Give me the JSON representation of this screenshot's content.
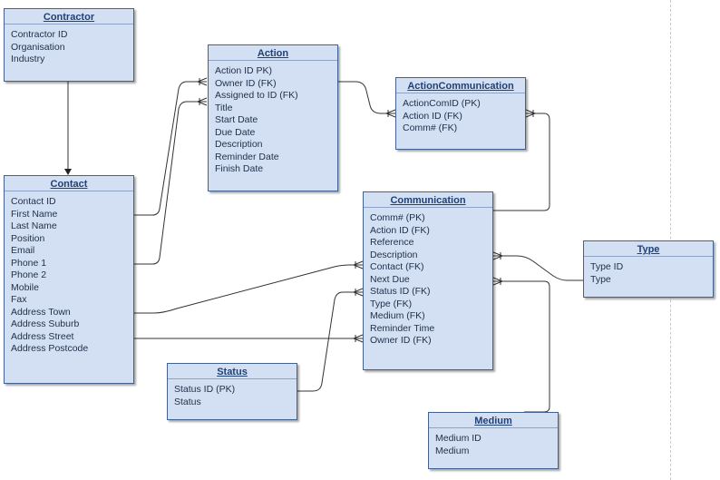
{
  "diagram": {
    "type": "entity-relationship",
    "entities": {
      "contractor": {
        "title": "Contractor",
        "attributes": [
          "Contractor ID",
          "Organisation",
          "Industry"
        ]
      },
      "action": {
        "title": "Action",
        "attributes": [
          "Action ID PK)",
          "Owner ID (FK)",
          "Assigned to ID (FK)",
          "Title",
          "Start Date",
          "Due Date",
          "Description",
          "Reminder Date",
          "Finish Date"
        ]
      },
      "action_communication": {
        "title": "ActionCommunication",
        "attributes": [
          "ActionComID (PK)",
          "Action ID (FK)",
          "Comm# (FK)"
        ]
      },
      "contact": {
        "title": "Contact",
        "attributes": [
          "Contact ID",
          "First Name",
          "Last Name",
          "Position",
          "Email",
          "Phone 1",
          "Phone 2",
          "Mobile",
          "Fax",
          "Address Town",
          "Address Suburb",
          "Address Street",
          "Address Postcode"
        ]
      },
      "communication": {
        "title": "Communication",
        "attributes": [
          "Comm# (PK)",
          "Action ID (FK)",
          "Reference",
          "Description",
          "Contact (FK)",
          "Next Due",
          "Status ID (FK)",
          "Type (FK)",
          "Medium (FK)",
          "Reminder Time",
          "Owner ID (FK)"
        ]
      },
      "type": {
        "title": "Type",
        "attributes": [
          "Type ID",
          "Type"
        ]
      },
      "status": {
        "title": "Status",
        "attributes": [
          "Status ID (PK)",
          "Status"
        ]
      },
      "medium": {
        "title": "Medium",
        "attributes": [
          "Medium ID",
          "Medium"
        ]
      }
    },
    "relationships": [
      {
        "from": "Contractor",
        "to": "Contact",
        "notation": "arrow"
      },
      {
        "from": "Contact",
        "to": "Action",
        "target_attribute": "Owner ID (FK)",
        "notation": "one-to-many"
      },
      {
        "from": "Contact",
        "to": "Action",
        "target_attribute": "Assigned to ID (FK)",
        "notation": "one-to-many"
      },
      {
        "from": "Action",
        "to": "ActionCommunication",
        "notation": "one-to-many"
      },
      {
        "from": "Communication",
        "to": "ActionCommunication",
        "notation": "one-to-many"
      },
      {
        "from": "Contact",
        "to": "Communication",
        "target_attribute": "Contact (FK)",
        "notation": "one-to-many"
      },
      {
        "from": "Status",
        "to": "Communication",
        "target_attribute": "Status ID (FK)",
        "notation": "one-to-many"
      },
      {
        "from": "Contact",
        "to": "Communication",
        "target_attribute": "Owner ID (FK)",
        "notation": "one-to-many"
      },
      {
        "from": "Type",
        "to": "Communication",
        "target_attribute": "Type (FK)",
        "notation": "one-to-many"
      },
      {
        "from": "Medium",
        "to": "Communication",
        "target_attribute": "Medium (FK)",
        "notation": "one-to-many"
      }
    ],
    "colors": {
      "entity_fill": "#d3e0f3",
      "entity_border": "#41628f",
      "title_text": "#1f3f75",
      "connector": "#333333"
    }
  }
}
